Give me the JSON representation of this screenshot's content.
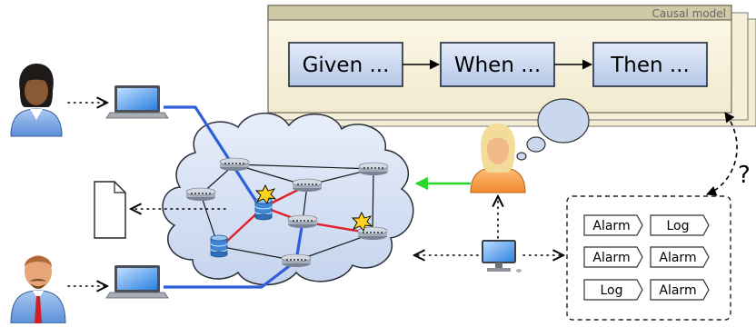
{
  "causal_model": {
    "title": "Causal model",
    "steps": [
      "Given ...",
      "When ...",
      "Then ..."
    ]
  },
  "question_mark": "?",
  "events": {
    "tags": [
      [
        "Alarm",
        "Log"
      ],
      [
        "Alarm",
        "Alarm"
      ],
      [
        "Log",
        "Alarm"
      ]
    ]
  },
  "colors": {
    "panel_fill": "#faf5df",
    "panel_header": "#cfc9a7",
    "step_fill": "#c9d7ef",
    "cloud_fill": "#dde6f5",
    "user_link": "#2e5fd8",
    "compromised_link": "#e0202a",
    "green_arrow": "#2bd62b",
    "analyst_skin": "#f5a35c"
  },
  "icons": [
    "user-dark-hair-icon",
    "user-mustache-icon",
    "laptop-icon",
    "document-icon",
    "router-icon",
    "server-icon",
    "explosion-icon",
    "analyst-icon",
    "thought-bubble-icon",
    "monitor-icon"
  ]
}
